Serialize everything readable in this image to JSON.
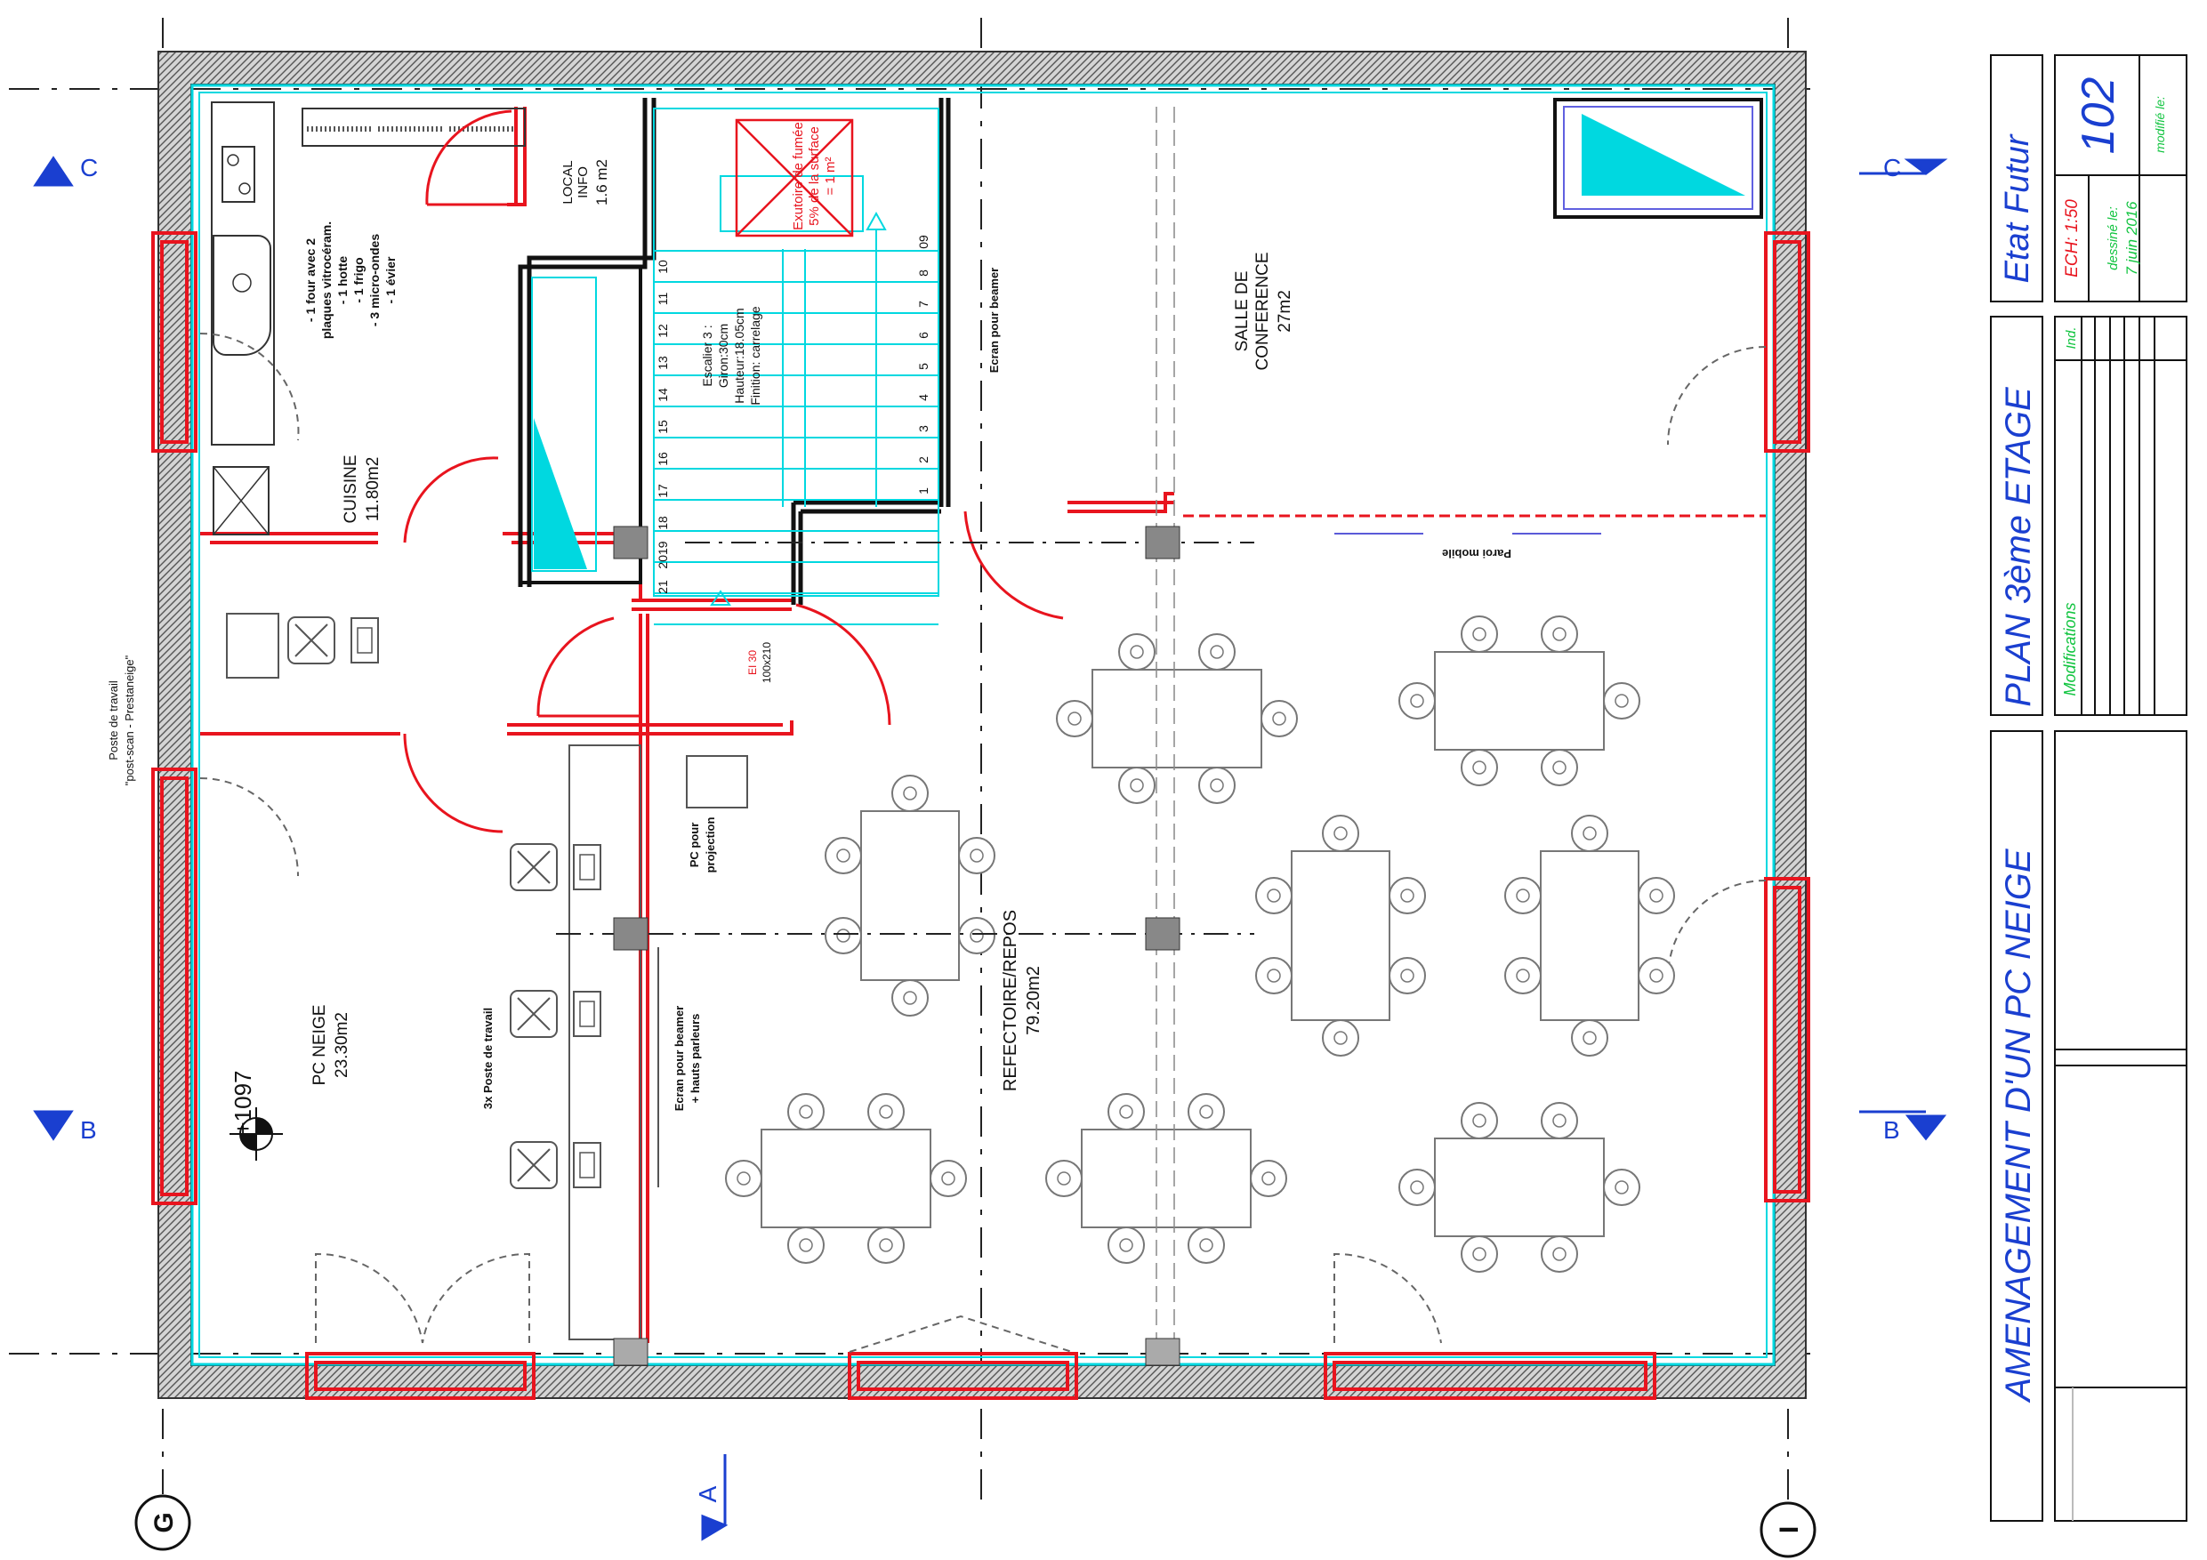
{
  "rooms": {
    "cuisine": {
      "name": "CUISINE",
      "area": "11.80m2"
    },
    "local_info": {
      "name": "LOCAL",
      "name2": "INFO",
      "area": "1.6 m2"
    },
    "salle_conference": {
      "name": "SALLE DE",
      "name2": "CONFERENCE",
      "area": "27m2"
    },
    "pc_neige": {
      "name": "PC NEIGE",
      "area": "23.30m2"
    },
    "refectoire": {
      "name": "REFECTOIRE/REPOS",
      "area": "79.20m2"
    }
  },
  "notes": {
    "kitchen_list": [
      "- 1 four avec 2",
      "plaques vitrocéram.",
      "- 1 hotte",
      "- 1 frigo",
      "- 3 micro-ondes",
      "- 1 évier"
    ],
    "smoke_vent": [
      "Exutoire de fumée",
      "5% de la surface",
      "= 1 m²"
    ],
    "stair": [
      "Escalier 3 :",
      "Giron:30cm",
      "Hauteur:18.05cm",
      "Finition: carrelage"
    ],
    "ecran_beamer_top": "Ecran pour beamer",
    "paroi_mobile": "Paroi mobile",
    "poste_travail": [
      "Poste de travail",
      "\"post-scan - Prestaneige\""
    ],
    "pc_projection": [
      "PC pour",
      "projection"
    ],
    "postes_3x": "3x Poste de travail",
    "ecran_hp": [
      "Ecran pour beamer",
      "+ hauts parleurs"
    ],
    "door_ei": [
      "EI 30",
      "100x210"
    ],
    "elevation": "+1097"
  },
  "stair_numbers": {
    "left": [
      "10",
      "11",
      "12",
      "13",
      "14",
      "15",
      "16",
      "17",
      "18",
      "2019",
      "21"
    ],
    "right": [
      "09",
      "8",
      "7",
      "6",
      "5",
      "4",
      "3",
      "2",
      "1"
    ]
  },
  "sections": {
    "c": "C",
    "b": "B",
    "a": "A"
  },
  "axes": {
    "left": "G",
    "right": "I"
  },
  "title_block": {
    "status": "Etat Futur",
    "sheet_number": "102",
    "scale": "ECH: 1:50",
    "modified_label": "modifié le:",
    "drawn_label": "dessiné le:",
    "drawn_date": "7 juin 2016",
    "plan_title": "PLAN 3ème ETAGE",
    "ind_label": "Ind.",
    "modifications_label": "Modifications",
    "project_title": "AMENAGEMENT D'UN PC NEIGE"
  },
  "colors": {
    "wall": "#666666",
    "red": "#e8141e",
    "cyan": "#00d8e0",
    "blue": "#1a3fd0",
    "green": "#12c440",
    "gray": "#7a7a7a"
  }
}
